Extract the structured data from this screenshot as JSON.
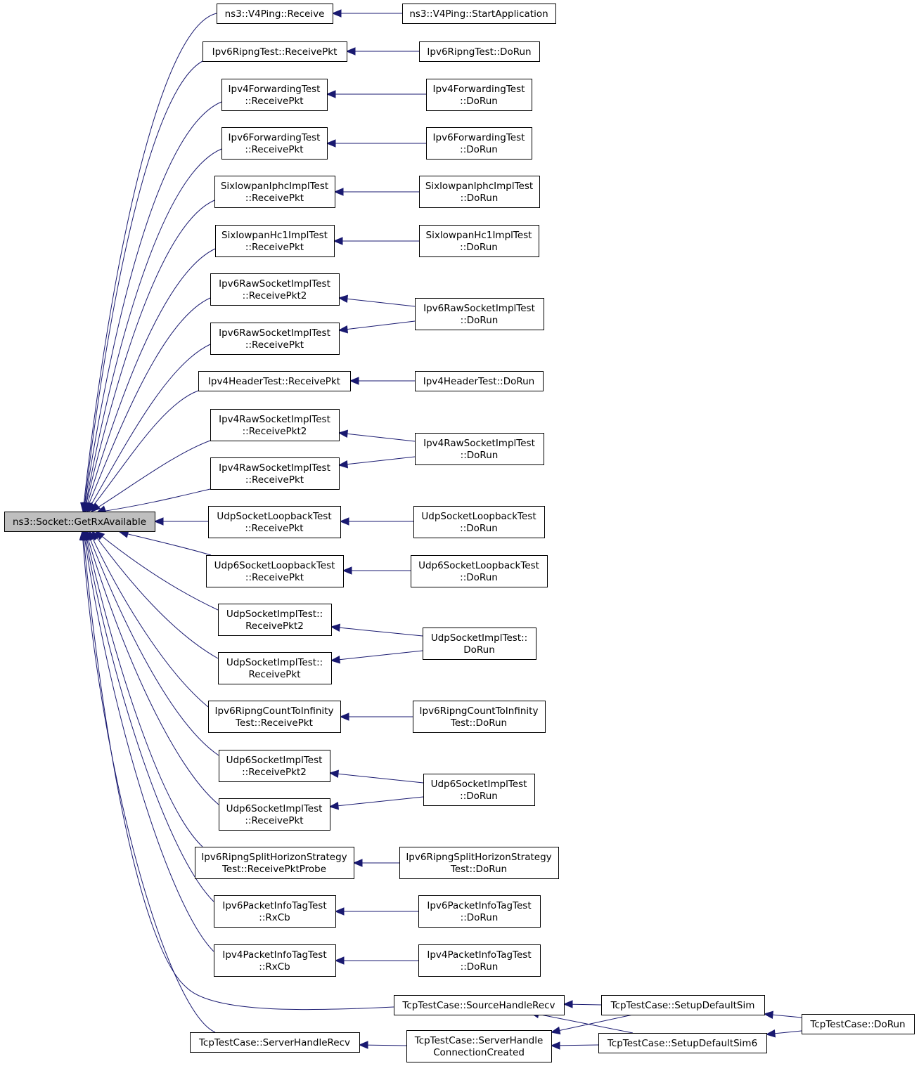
{
  "graph": {
    "root": "ns3::Socket::GetRxAvailable",
    "colors": {
      "edge": "#191970",
      "root_fill": "#bfbfbf",
      "node_fill": "#ffffff",
      "node_border": "#000000",
      "text": "#000000"
    },
    "nodes": [
      {
        "id": "root",
        "lines": [
          "ns3::Socket::GetRxAvailable"
        ],
        "highlight": true
      },
      {
        "id": "v4ping_receive",
        "lines": [
          "ns3::V4Ping::Receive"
        ]
      },
      {
        "id": "v4ping_start",
        "lines": [
          "ns3::V4Ping::StartApplication"
        ]
      },
      {
        "id": "ripng_recv",
        "lines": [
          "Ipv6RipngTest::ReceivePkt"
        ]
      },
      {
        "id": "ripng_dorun",
        "lines": [
          "Ipv6RipngTest::DoRun"
        ]
      },
      {
        "id": "ip4fwd_recv",
        "lines": [
          "Ipv4ForwardingTest",
          "::ReceivePkt"
        ]
      },
      {
        "id": "ip4fwd_dorun",
        "lines": [
          "Ipv4ForwardingTest",
          "::DoRun"
        ]
      },
      {
        "id": "ip6fwd_recv",
        "lines": [
          "Ipv6ForwardingTest",
          "::ReceivePkt"
        ]
      },
      {
        "id": "ip6fwd_dorun",
        "lines": [
          "Ipv6ForwardingTest",
          "::DoRun"
        ]
      },
      {
        "id": "iphc_recv",
        "lines": [
          "SixlowpanIphcImplTest",
          "::ReceivePkt"
        ]
      },
      {
        "id": "iphc_dorun",
        "lines": [
          "SixlowpanIphcImplTest",
          "::DoRun"
        ]
      },
      {
        "id": "hc1_recv",
        "lines": [
          "SixlowpanHc1ImplTest",
          "::ReceivePkt"
        ]
      },
      {
        "id": "hc1_dorun",
        "lines": [
          "SixlowpanHc1ImplTest",
          "::DoRun"
        ]
      },
      {
        "id": "ip6raw_recv2",
        "lines": [
          "Ipv6RawSocketImplTest",
          "::ReceivePkt2"
        ]
      },
      {
        "id": "ip6raw_recv",
        "lines": [
          "Ipv6RawSocketImplTest",
          "::ReceivePkt"
        ]
      },
      {
        "id": "ip6raw_dorun",
        "lines": [
          "Ipv6RawSocketImplTest",
          "::DoRun"
        ]
      },
      {
        "id": "ip4hdr_recv",
        "lines": [
          "Ipv4HeaderTest::ReceivePkt"
        ]
      },
      {
        "id": "ip4hdr_dorun",
        "lines": [
          "Ipv4HeaderTest::DoRun"
        ]
      },
      {
        "id": "ip4raw_recv2",
        "lines": [
          "Ipv4RawSocketImplTest",
          "::ReceivePkt2"
        ]
      },
      {
        "id": "ip4raw_recv",
        "lines": [
          "Ipv4RawSocketImplTest",
          "::ReceivePkt"
        ]
      },
      {
        "id": "ip4raw_dorun",
        "lines": [
          "Ipv4RawSocketImplTest",
          "::DoRun"
        ]
      },
      {
        "id": "udploop_recv",
        "lines": [
          "UdpSocketLoopbackTest",
          "::ReceivePkt"
        ]
      },
      {
        "id": "udploop_dorun",
        "lines": [
          "UdpSocketLoopbackTest",
          "::DoRun"
        ]
      },
      {
        "id": "udp6loop_recv",
        "lines": [
          "Udp6SocketLoopbackTest",
          "::ReceivePkt"
        ]
      },
      {
        "id": "udp6loop_dorun",
        "lines": [
          "Udp6SocketLoopbackTest",
          "::DoRun"
        ]
      },
      {
        "id": "udpimpl_recv2",
        "lines": [
          "UdpSocketImplTest::",
          "ReceivePkt2"
        ]
      },
      {
        "id": "udpimpl_recv",
        "lines": [
          "UdpSocketImplTest::",
          "ReceivePkt"
        ]
      },
      {
        "id": "udpimpl_dorun",
        "lines": [
          "UdpSocketImplTest::",
          "DoRun"
        ]
      },
      {
        "id": "cti_recv",
        "lines": [
          "Ipv6RipngCountToInfinity",
          "Test::ReceivePkt"
        ]
      },
      {
        "id": "cti_dorun",
        "lines": [
          "Ipv6RipngCountToInfinity",
          "Test::DoRun"
        ]
      },
      {
        "id": "udp6impl_recv2",
        "lines": [
          "Udp6SocketImplTest",
          "::ReceivePkt2"
        ]
      },
      {
        "id": "udp6impl_recv",
        "lines": [
          "Udp6SocketImplTest",
          "::ReceivePkt"
        ]
      },
      {
        "id": "udp6impl_dorun",
        "lines": [
          "Udp6SocketImplTest",
          "::DoRun"
        ]
      },
      {
        "id": "shs_recv",
        "lines": [
          "Ipv6RipngSplitHorizonStrategy",
          "Test::ReceivePktProbe"
        ]
      },
      {
        "id": "shs_dorun",
        "lines": [
          "Ipv6RipngSplitHorizonStrategy",
          "Test::DoRun"
        ]
      },
      {
        "id": "ip6tag_rxcb",
        "lines": [
          "Ipv6PacketInfoTagTest",
          "::RxCb"
        ]
      },
      {
        "id": "ip6tag_dorun",
        "lines": [
          "Ipv6PacketInfoTagTest",
          "::DoRun"
        ]
      },
      {
        "id": "ip4tag_rxcb",
        "lines": [
          "Ipv4PacketInfoTagTest",
          "::RxCb"
        ]
      },
      {
        "id": "ip4tag_dorun",
        "lines": [
          "Ipv4PacketInfoTagTest",
          "::DoRun"
        ]
      },
      {
        "id": "tcp_srcrecv",
        "lines": [
          "TcpTestCase::SourceHandleRecv"
        ]
      },
      {
        "id": "tcp_setup",
        "lines": [
          "TcpTestCase::SetupDefaultSim"
        ]
      },
      {
        "id": "tcp_setup6",
        "lines": [
          "TcpTestCase::SetupDefaultSim6"
        ]
      },
      {
        "id": "tcp_dorun",
        "lines": [
          "TcpTestCase::DoRun"
        ]
      },
      {
        "id": "tcp_srvrecv",
        "lines": [
          "TcpTestCase::ServerHandleRecv"
        ]
      },
      {
        "id": "tcp_conn",
        "lines": [
          "TcpTestCase::ServerHandle",
          "ConnectionCreated"
        ]
      }
    ],
    "edges": [
      {
        "from": "v4ping_receive",
        "to": "root"
      },
      {
        "from": "ripng_recv",
        "to": "root"
      },
      {
        "from": "ip4fwd_recv",
        "to": "root"
      },
      {
        "from": "ip6fwd_recv",
        "to": "root"
      },
      {
        "from": "iphc_recv",
        "to": "root"
      },
      {
        "from": "hc1_recv",
        "to": "root"
      },
      {
        "from": "ip6raw_recv2",
        "to": "root"
      },
      {
        "from": "ip6raw_recv",
        "to": "root"
      },
      {
        "from": "ip4hdr_recv",
        "to": "root"
      },
      {
        "from": "ip4raw_recv2",
        "to": "root"
      },
      {
        "from": "ip4raw_recv",
        "to": "root"
      },
      {
        "from": "udploop_recv",
        "to": "root"
      },
      {
        "from": "udp6loop_recv",
        "to": "root"
      },
      {
        "from": "udpimpl_recv2",
        "to": "root"
      },
      {
        "from": "udpimpl_recv",
        "to": "root"
      },
      {
        "from": "cti_recv",
        "to": "root"
      },
      {
        "from": "udp6impl_recv2",
        "to": "root"
      },
      {
        "from": "udp6impl_recv",
        "to": "root"
      },
      {
        "from": "shs_recv",
        "to": "root"
      },
      {
        "from": "ip6tag_rxcb",
        "to": "root"
      },
      {
        "from": "ip4tag_rxcb",
        "to": "root"
      },
      {
        "from": "tcp_srcrecv",
        "to": "root"
      },
      {
        "from": "tcp_srvrecv",
        "to": "root"
      },
      {
        "from": "v4ping_start",
        "to": "v4ping_receive"
      },
      {
        "from": "ripng_dorun",
        "to": "ripng_recv"
      },
      {
        "from": "ip4fwd_dorun",
        "to": "ip4fwd_recv"
      },
      {
        "from": "ip6fwd_dorun",
        "to": "ip6fwd_recv"
      },
      {
        "from": "iphc_dorun",
        "to": "iphc_recv"
      },
      {
        "from": "hc1_dorun",
        "to": "hc1_recv"
      },
      {
        "from": "ip6raw_dorun",
        "to": "ip6raw_recv2"
      },
      {
        "from": "ip6raw_dorun",
        "to": "ip6raw_recv"
      },
      {
        "from": "ip4hdr_dorun",
        "to": "ip4hdr_recv"
      },
      {
        "from": "ip4raw_dorun",
        "to": "ip4raw_recv2"
      },
      {
        "from": "ip4raw_dorun",
        "to": "ip4raw_recv"
      },
      {
        "from": "udploop_dorun",
        "to": "udploop_recv"
      },
      {
        "from": "udp6loop_dorun",
        "to": "udp6loop_recv"
      },
      {
        "from": "udpimpl_dorun",
        "to": "udpimpl_recv2"
      },
      {
        "from": "udpimpl_dorun",
        "to": "udpimpl_recv"
      },
      {
        "from": "cti_dorun",
        "to": "cti_recv"
      },
      {
        "from": "udp6impl_dorun",
        "to": "udp6impl_recv2"
      },
      {
        "from": "udp6impl_dorun",
        "to": "udp6impl_recv"
      },
      {
        "from": "shs_dorun",
        "to": "shs_recv"
      },
      {
        "from": "ip6tag_dorun",
        "to": "ip6tag_rxcb"
      },
      {
        "from": "ip4tag_dorun",
        "to": "ip4tag_rxcb"
      },
      {
        "from": "tcp_setup",
        "to": "tcp_srcrecv"
      },
      {
        "from": "tcp_setup6",
        "to": "tcp_srcrecv"
      },
      {
        "from": "tcp_conn",
        "to": "tcp_srvrecv"
      },
      {
        "from": "tcp_setup",
        "to": "tcp_conn"
      },
      {
        "from": "tcp_setup6",
        "to": "tcp_conn"
      },
      {
        "from": "tcp_dorun",
        "to": "tcp_setup"
      },
      {
        "from": "tcp_dorun",
        "to": "tcp_setup6"
      }
    ]
  }
}
